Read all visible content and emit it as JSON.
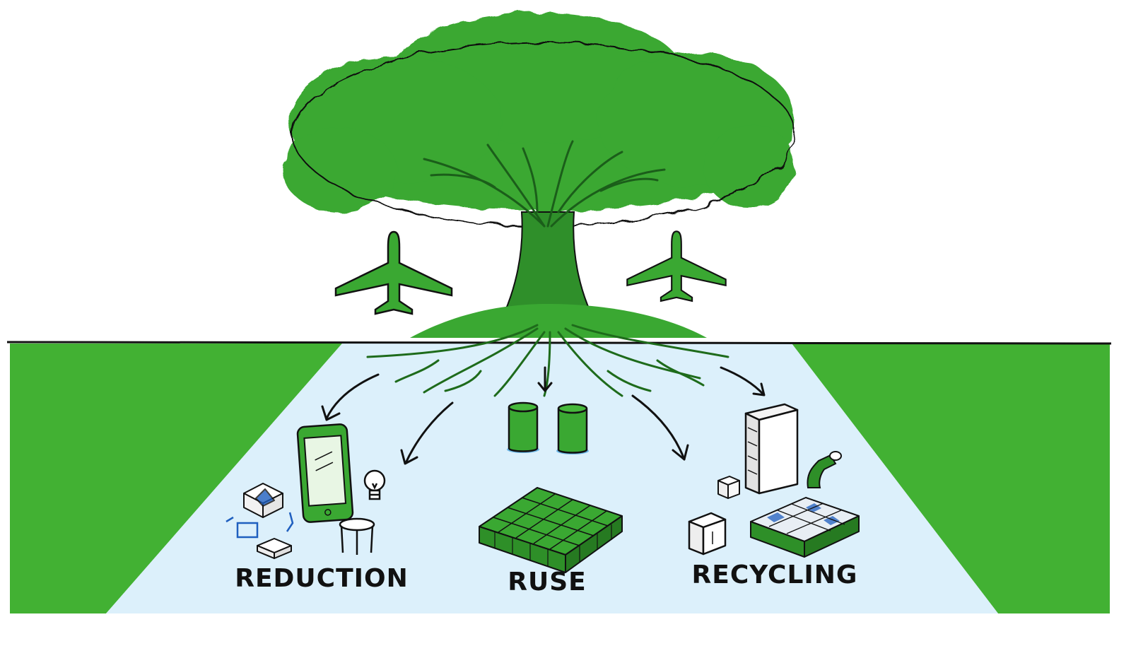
{
  "labels": {
    "reduction": "REDUCTION",
    "reuse": "RUSE",
    "recycling": "RECYCLING"
  },
  "colors": {
    "tree_green": "#3aa832",
    "grass_green": "#3cae2c",
    "path_blue": "#dcf0fb",
    "outline": "#101010",
    "accent_blue": "#1f5fbf"
  },
  "icons": [
    "tree-icon",
    "airplane-icon",
    "tablet-icon",
    "lightbulb-icon",
    "stool-icon",
    "cube-icon",
    "cylinder-icon",
    "grid-tray-icon",
    "refrigerator-icon",
    "box-icon",
    "bottle-icon",
    "sorting-bin-icon",
    "arrow-icon"
  ]
}
